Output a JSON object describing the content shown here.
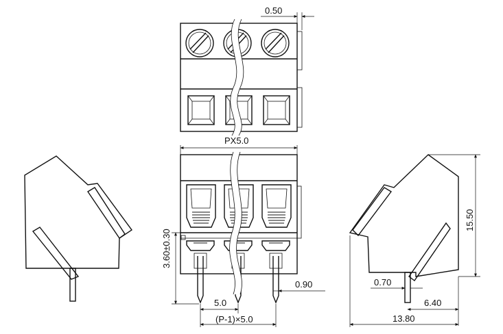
{
  "dimensions": {
    "pin_thickness_top": "0.50",
    "pitch_label": "PX5.0",
    "pin_height": "3.60±0.30",
    "pin_width": "0.90",
    "pitch": "5.0",
    "span": "(P-1)×5.0",
    "height": "15.50",
    "pin_offset": "0.70",
    "pin_position": "6.40",
    "depth": "13.80"
  },
  "colors": {
    "line": "#111111",
    "background": "#ffffff"
  }
}
